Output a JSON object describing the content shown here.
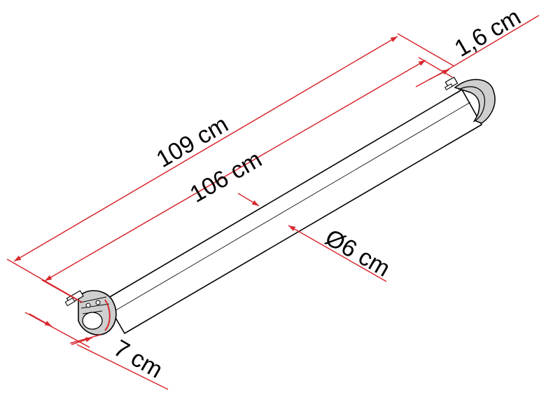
{
  "dimensions": {
    "overall_length": "109 cm",
    "tube_length": "106 cm",
    "diameter": "Ø6 cm",
    "end_offset": "1,6 cm",
    "end_height": "7 cm"
  },
  "colors": {
    "dimension_line": "#d8282e",
    "outline": "#000000",
    "end_cap": "#cfcfcf",
    "background": "#ffffff"
  }
}
